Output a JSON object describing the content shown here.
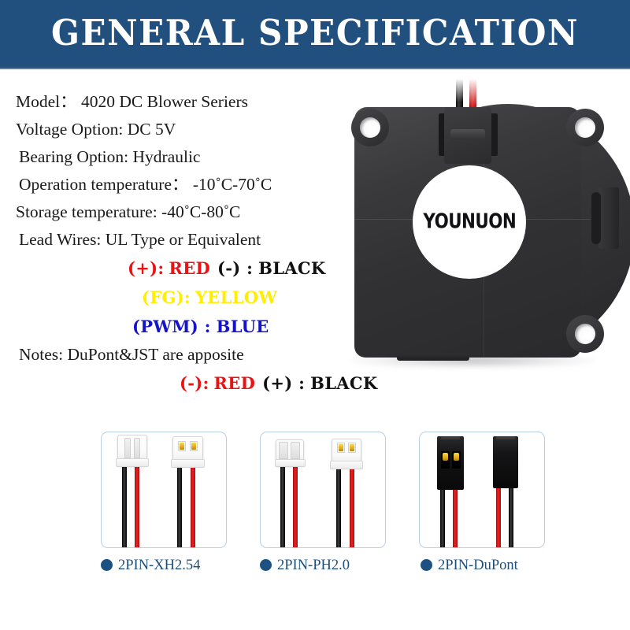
{
  "header": {
    "title": "GENERAL SPECIFICATION",
    "background_color": "#21507e",
    "text_color": "#ffffff"
  },
  "specs": [
    {
      "label": "Model：",
      "value": "4020 DC Blower  Seriers",
      "text": "Model：  4020 DC Blower  Seriers"
    },
    {
      "label": "Voltage Option:",
      "value": "DC 5V",
      "text": "Voltage Option: DC 5V"
    },
    {
      "label": "Bearing Option:",
      "value": "Hydraulic",
      "text": "Bearing Option:  Hydraulic"
    },
    {
      "label": "Operation temperature：",
      "value": "-10˚C-70˚C",
      "text": "Operation temperature： -10˚C-70˚C"
    },
    {
      "label": "Storage temperature:",
      "value": "-40˚C-80˚C",
      "text": "Storage temperature: -40˚C-80˚C"
    },
    {
      "label": "Lead Wires:",
      "value": "UL Type or Equivalent",
      "text": "Lead Wires:   UL Type or Equivalent"
    }
  ],
  "polarity": {
    "row_positive": {
      "plus_label": "(+):",
      "plus_color_name": "RED",
      "minus_label": "(-) :",
      "minus_color_name": "BLACK"
    },
    "row_fg": {
      "label": "(FG):",
      "color_name": "YELLOW"
    },
    "row_pwm": {
      "label": "(PWM) :",
      "color_name": "BLUE"
    },
    "colors": {
      "red": "#ee1111",
      "black": "#111111",
      "yellow": "#ffee00",
      "blue": "#1414cc"
    }
  },
  "notes": {
    "text": "Notes:  DuPont&JST are apposite",
    "reversed": {
      "minus_label": "(-):",
      "minus_color_name": "RED",
      "plus_label": "(+) :",
      "plus_color_name": "BLACK"
    }
  },
  "product_photo": {
    "brand_logo": "YOUNUON",
    "body_color": "#313134",
    "wire_colors": {
      "positive": "#e81d1d",
      "negative": "#111111"
    }
  },
  "connectors": [
    {
      "name": "2PIN-XH2.54",
      "housing_color": "white",
      "wires": [
        "black",
        "red"
      ]
    },
    {
      "name": "2PIN-PH2.0",
      "housing_color": "white",
      "wires": [
        "black",
        "red"
      ]
    },
    {
      "name": "2PIN-DuPont",
      "housing_color": "black",
      "wires": [
        "black",
        "red"
      ]
    }
  ],
  "accent_color": "#1d5181"
}
